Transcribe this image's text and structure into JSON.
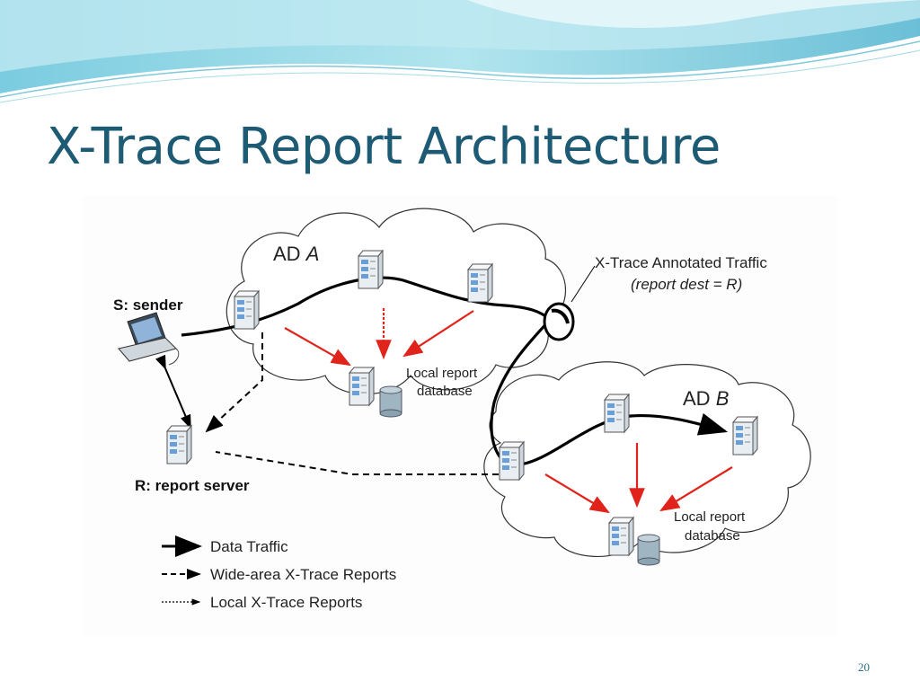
{
  "slide": {
    "title": "X-Trace Report Architecture",
    "page_number": "20"
  },
  "colors": {
    "title": "#1d5a73",
    "data_traffic": "#000000",
    "local_report_arrow": "#e0241b",
    "header_wave": "#7fd0e0"
  },
  "diagram": {
    "domain_a": {
      "label": "AD ",
      "label_italic": "A"
    },
    "domain_b": {
      "label": "AD ",
      "label_italic": "B"
    },
    "sender_label": "S: sender",
    "report_server_label": "R: report server",
    "annotated_traffic": {
      "line1": "X-Trace Annotated Traffic",
      "line2": "(report dest = R)"
    },
    "local_db_a": {
      "line1": "Local report",
      "line2": "database"
    },
    "local_db_b": {
      "line1": "Local report",
      "line2": "database"
    }
  },
  "legend": {
    "data_traffic": "Data Traffic",
    "wide_area_reports": "Wide-area X-Trace Reports",
    "local_reports": "Local X-Trace Reports"
  },
  "icons": [
    "laptop-icon",
    "server-icon",
    "database-icon",
    "magnifier-icon"
  ]
}
